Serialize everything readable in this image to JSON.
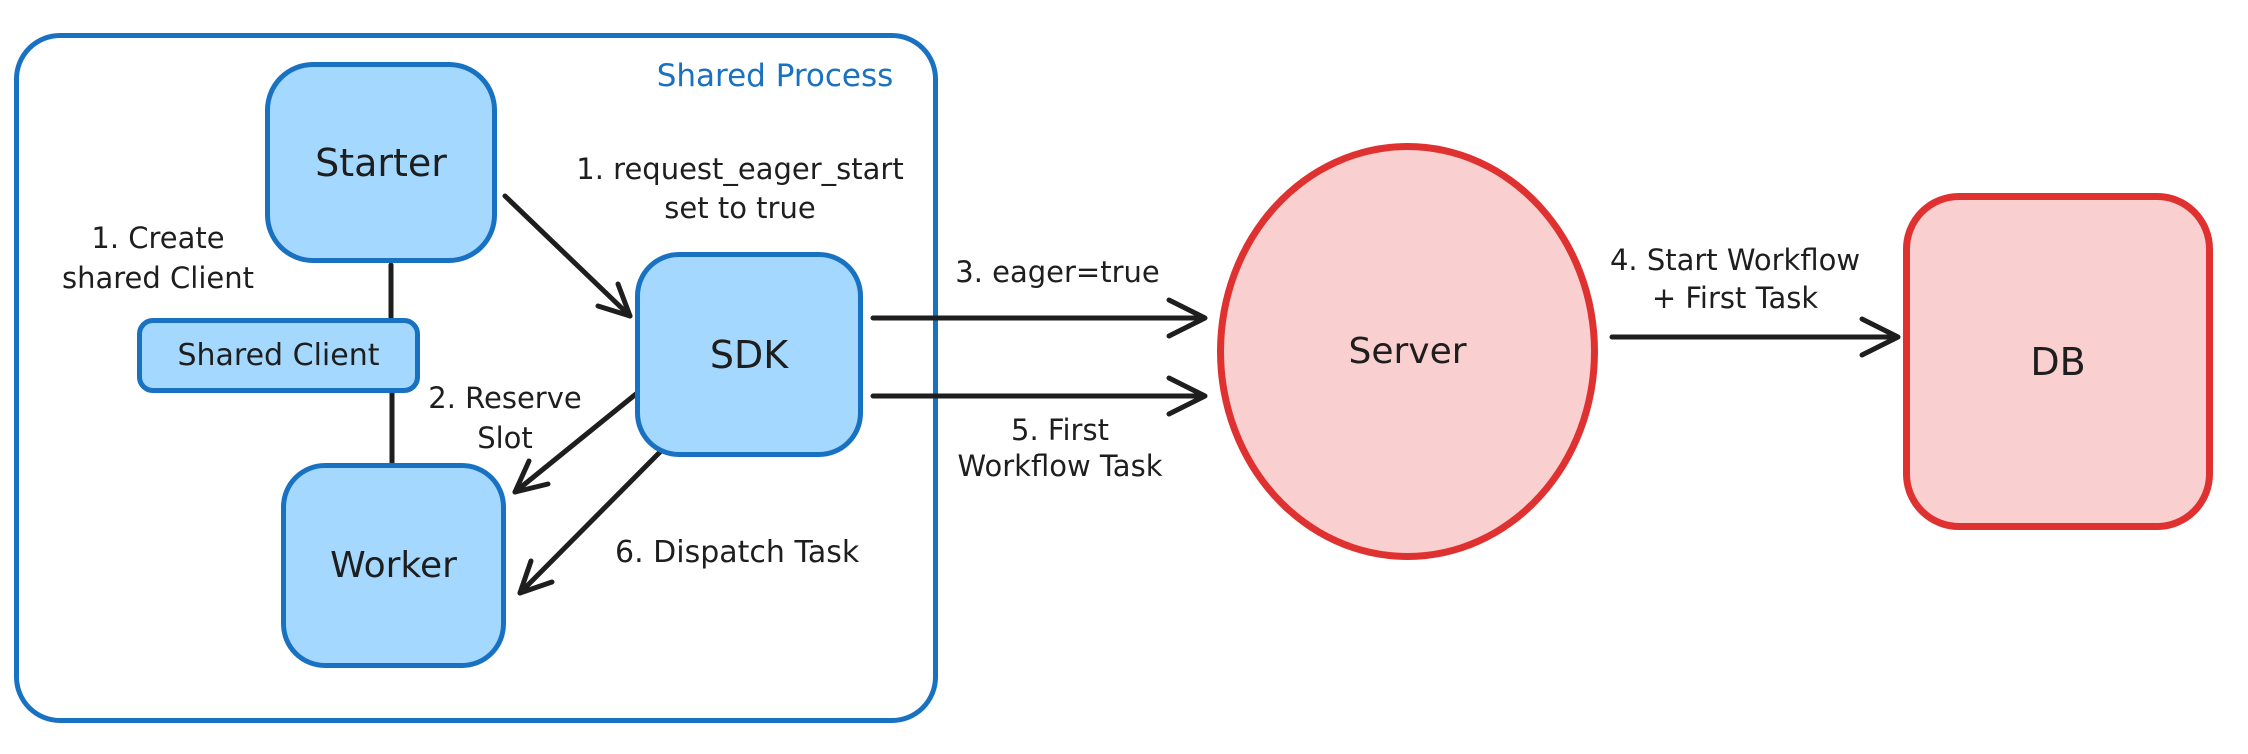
{
  "diagram": {
    "shared_process_label": "Shared Process",
    "nodes": {
      "starter": "Starter",
      "shared_client": "Shared Client",
      "worker": "Worker",
      "sdk": "SDK",
      "server": "Server",
      "db": "DB"
    },
    "annotations": {
      "create_shared_client": [
        "1. Create",
        "shared Client"
      ],
      "request_eager_start": [
        "1. request_eager_start",
        "set to true"
      ],
      "reserve_slot": [
        "2. Reserve",
        "Slot"
      ],
      "eager_true": "3. eager=true",
      "start_workflow": [
        "4. Start Workflow",
        "+ First Task"
      ],
      "first_workflow_task": [
        "5. First",
        "Workflow Task"
      ],
      "dispatch_task": "6. Dispatch Task"
    },
    "colors": {
      "blue_stroke": "#1971c2",
      "blue_fill": "#a5d8ff",
      "red_stroke": "#e03131",
      "red_fill": "#f9cfcf",
      "text": "#1e1e1e"
    }
  }
}
